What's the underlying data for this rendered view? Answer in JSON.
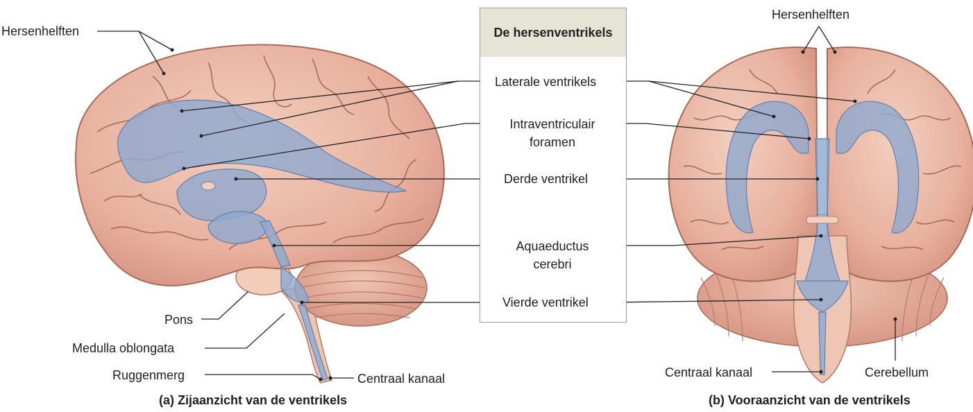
{
  "panel_title": "De hersenventrikels",
  "left_labels": {
    "hemispheres": "Hersenhelften",
    "pons": "Pons",
    "medulla": "Medulla oblongata",
    "spinal_cord": "Ruggenmerg",
    "central_canal": "Centraal kanaal"
  },
  "center_labels": {
    "lateral": "Laterale ventrikels",
    "interventricular_1": "Intraventriculair",
    "interventricular_2": "foramen",
    "third": "Derde ventrikel",
    "aqueduct_1": "Aquaeductus",
    "aqueduct_2": "cerebri",
    "fourth": "Vierde ventrikel"
  },
  "right_labels": {
    "hemispheres": "Hersenhelften",
    "central_canal": "Centraal kanaal",
    "cerebellum": "Cerebellum"
  },
  "captions": {
    "left": "(a) Zijaanzicht van de ventrikels",
    "right": "(b) Vooraanzicht van de ventrikels"
  },
  "colors": {
    "brain": "#eab8a6",
    "brain_fold": "#9c5e4e",
    "ventricle": "#8ea9d0",
    "leader": "#222222",
    "box_header": "#e6e4d4"
  }
}
